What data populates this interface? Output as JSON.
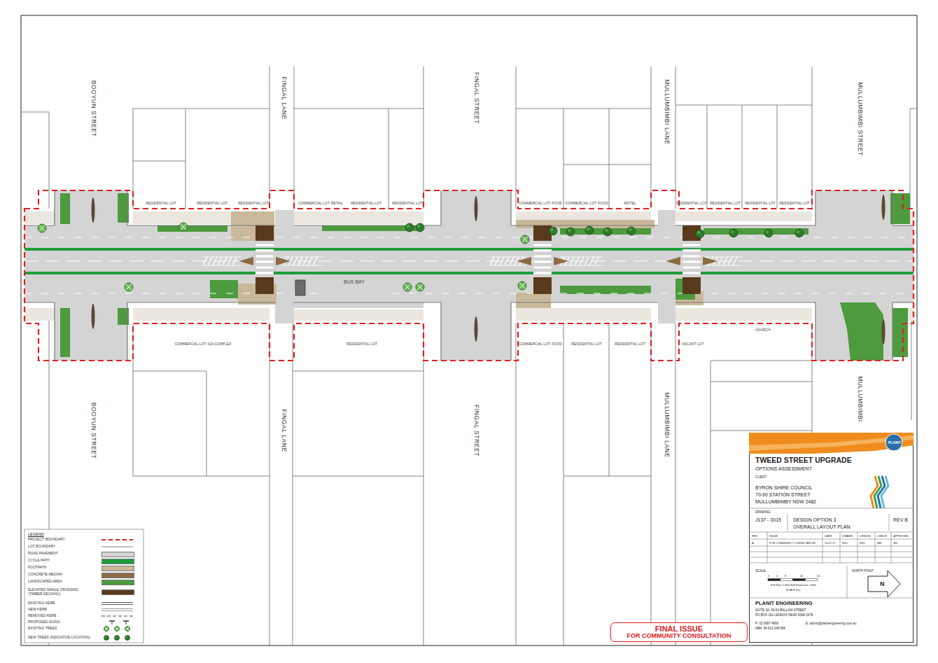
{
  "diagram": {
    "nodes": [
      {
        "text": [
          "TWEED STREET UPGRADE",
          "OPTIONS ASSESSMENT",
          "CLIENT",
          "BYRON SHIRE COUNCIL",
          "70-90 STATION STREET",
          "MULLUMBIMBY NSW 2482",
          "DRAWING",
          "J137 - 0015",
          "DESIGN OPTION 3",
          "OVERALL LAYOUT PLAN",
          "REV B",
          "REV",
          "ISSUE",
          "DATE",
          "DRAWN",
          "DESIGN",
          "CHECK",
          "APPROVED",
          "A",
          "FOR COMMUNITY CONSULTATION",
          "10.07.17",
          "NVC",
          "NVC",
          "MB",
          "SN",
          "SCALE",
          "NORTH POINT",
          "0",
          "4",
          "8",
          "16",
          "24",
          "Full Size 1:400 Half Reduction 1:800",
          "SCALE (m)",
          "N",
          "PLANIT ENGINEERING",
          "SUITE 3A, 60-64 BALLINA STREET",
          "PO BOX 161 LENNOX HEAD NSW 2478",
          "P: 02 6687 4666",
          "E: admin@planitengineering.com.au",
          "ABN: 99 613 049 566",
          "PLANIT"
        ]
      },
      {
        "text": [
          "FINAL ISSUE",
          "FOR COMMUNITY CONSULTATION"
        ]
      }
    ],
    "labels": [
      "BOOYUN STREET",
      "FINGAL LANE",
      "FINGAL STREET",
      "MULLUMBIMBI LANE",
      "MULLUMBIMBI STREET",
      "BOOYUN STREET",
      "FINGAL LANE",
      "FINGAL STREET",
      "MULLUMBIMBI LANE",
      "MULLUMBIMBI",
      "RESIDENTIAL LOT",
      "RESIDENTIAL LOT",
      "RESIDENTIAL LOT",
      "COMMERCIAL LOT: RETAIL",
      "RESIDENTIAL LOT",
      "RESIDENTIAL LOT",
      "COMMERCIAL LOT: FOOD",
      "COMMERCIAL LOT: FOOD",
      "MOTEL",
      "RESIDENTIAL LOT",
      "RESIDENTIAL LOT",
      "RESIDENTIAL LOT",
      "RESIDENTIAL LOT",
      "COMMERCIAL LOT: IGA COMPLEX",
      "RESIDENTIAL LOT",
      "COMMERCIAL LOT: FOOD",
      "RESIDENTIAL LOT",
      "RESIDENTIAL LOT",
      "VACANT LOT",
      "CHURCH",
      "BUS BAY",
      "LEGEND"
    ],
    "legend": [
      {
        "text": "PROJECT BOUNDARY"
      },
      {
        "text": "LOT BOUNDARY"
      },
      {
        "text": "ROAD PAVEMENT",
        "color": "#d4d4d4"
      },
      {
        "text": "CYCLE PATH",
        "color": "#1e9e3a"
      },
      {
        "text": "FOOTPATH",
        "color": "#c9b89a"
      },
      {
        "text": "CONCRETE MEDIAN",
        "color": "#8c6b42"
      },
      {
        "text": "LANDSCAPED AREA",
        "color": "#4e9a3f"
      },
      {
        "text": "ELEVATED SWALE CROSSING (TIMBER DECKING)",
        "color": "#5a3a1c"
      },
      {
        "text": "EXISTING KERB"
      },
      {
        "text": "NEW KERB"
      },
      {
        "text": "REMOVED KERB"
      },
      {
        "text": "PROPOSED SIGNS"
      },
      {
        "text": "EXISTING TREES"
      },
      {
        "text": "NEW TREES (INDICATIVE LOCATION)"
      }
    ]
  }
}
